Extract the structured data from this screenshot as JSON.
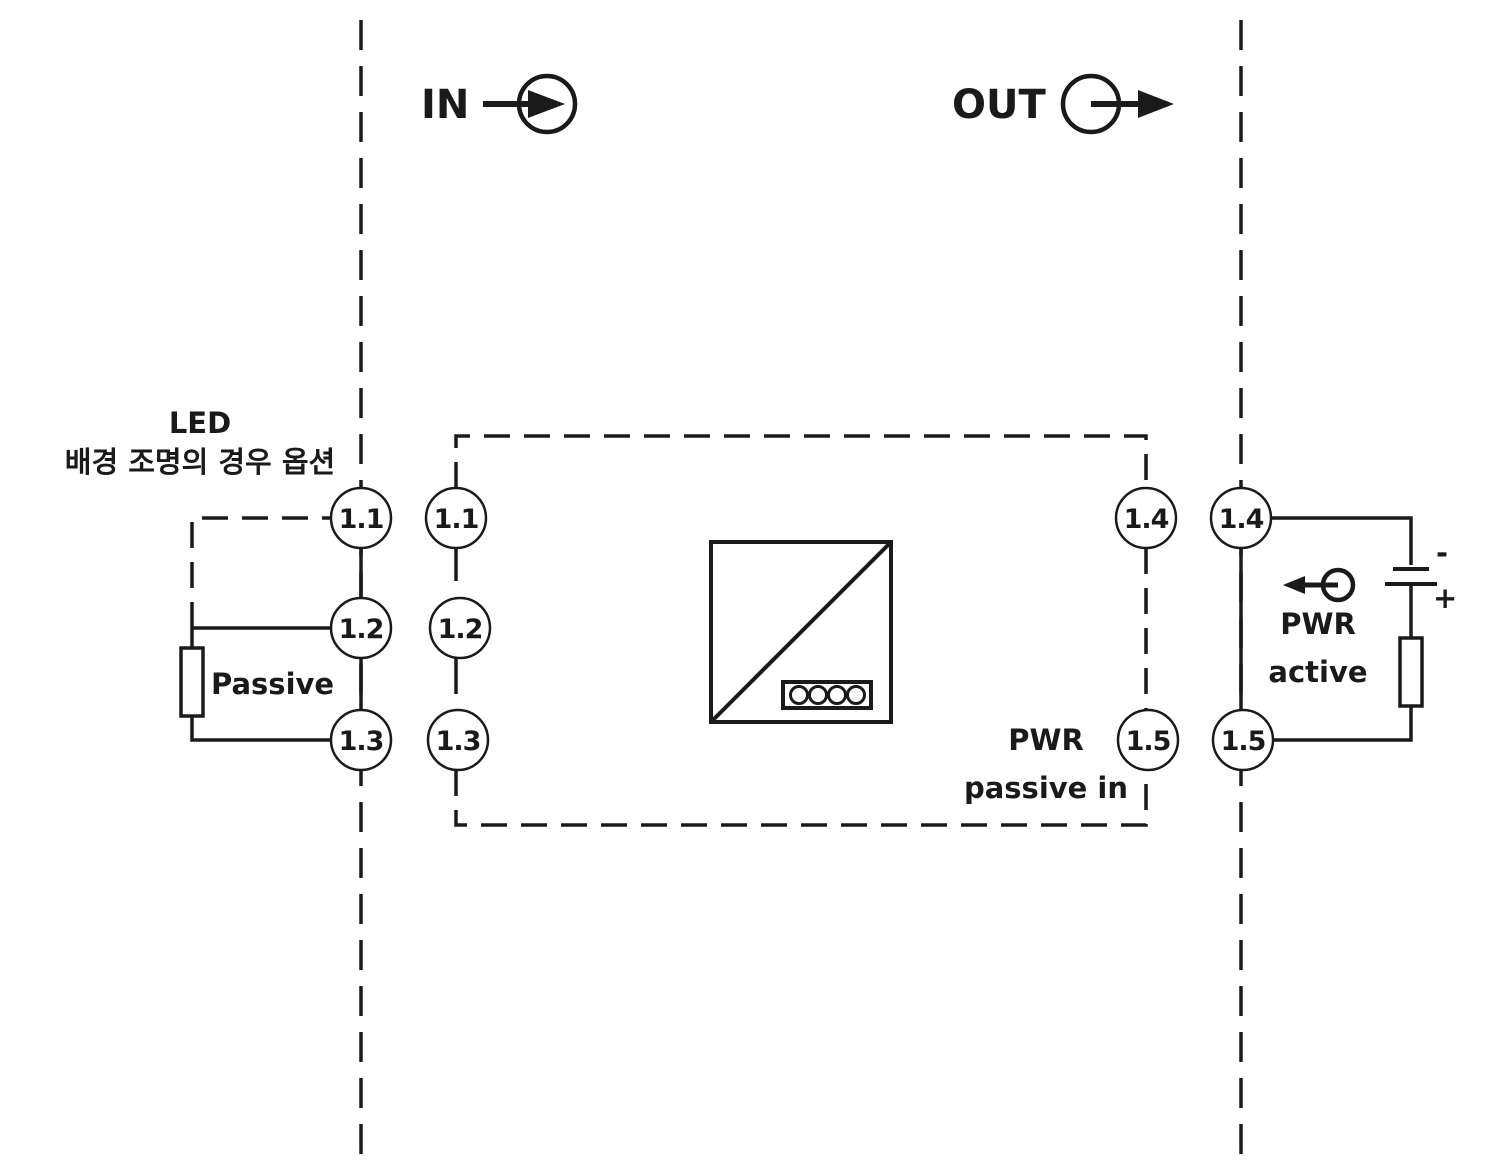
{
  "in_label": "IN",
  "out_label": "OUT",
  "led_label": "LED",
  "led_note": "배경 조명의 경우 옵션",
  "passive_label": "Passive",
  "pwr_active_top": "PWR",
  "pwr_active_bottom": "active",
  "pwr_passive_top": "PWR",
  "pwr_passive_bottom": "passive in",
  "minus_sign": "-",
  "plus_sign": "+",
  "terminals": {
    "left_outer": [
      "1.1",
      "1.2",
      "1.3"
    ],
    "left_inner": [
      "1.1",
      "1.2",
      "1.3"
    ],
    "right_inner": [
      "1.4",
      "1.5"
    ],
    "right_outer": [
      "1.4",
      "1.5"
    ]
  }
}
